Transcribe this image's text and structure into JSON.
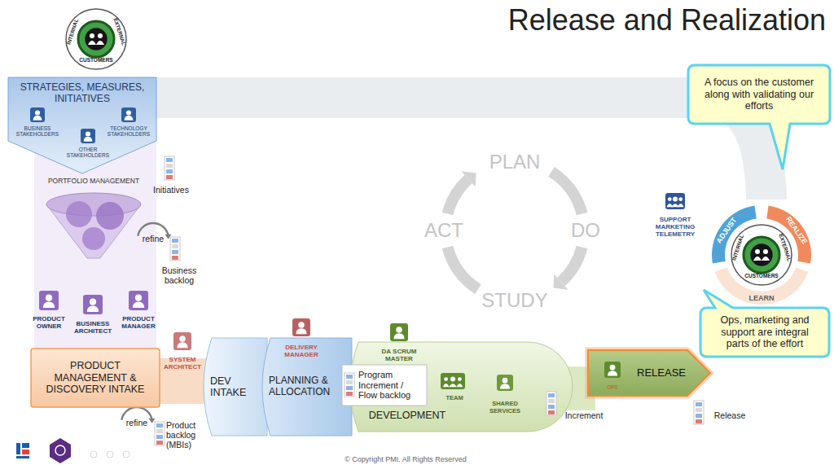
{
  "diagram": {
    "title": "Release and Realization",
    "nodes": [
      {
        "text": [
          "INTERNAL",
          "CUSTOMERS",
          "EXTERNAL"
        ]
      },
      {
        "text": [
          "STRATEGIES, MEASURES, INITIATIVES",
          "BUSINESS STAKEHOLDERS",
          "TECHNOLOGY STAKEHOLDERS",
          "OTHER STAKEHOLDERS"
        ]
      },
      {
        "text": [
          "PORTFOLIO MANAGEMENT"
        ]
      },
      {
        "text": [
          "PRODUCT MANAGEMENT & DISCOVERY INTAKE"
        ]
      },
      {
        "text": [
          "DEV INTAKE"
        ]
      },
      {
        "text": [
          "PLANNING & ALLOCATION"
        ]
      },
      {
        "text": [
          "DEVELOPMENT"
        ]
      },
      {
        "text": [
          "Program Increment / Flow backlog"
        ]
      },
      {
        "text": [
          "RELEASE",
          "OPS"
        ]
      },
      {
        "text": [
          "ADJUST",
          "REALIZE",
          "LEARN"
        ]
      },
      {
        "text": [
          "INTERNAL",
          "CUSTOMERS",
          "EXTERNAL"
        ],
        "in": 9
      },
      {
        "text": [
          "A focus on the customer along with validating our efforts"
        ]
      },
      {
        "text": [
          "Ops, marketing and support are integral parts of the effort"
        ]
      }
    ],
    "labels": [
      "Initiatives",
      "refine",
      "Business backlog",
      "PRODUCT OWNER",
      "BUSINESS ARCHITECT",
      "PRODUCT MANAGER",
      "SYSTEM ARCHITECT",
      "DELIVERY MANAGER",
      "DA SCRUM MASTER",
      "PLAN",
      "ACT",
      "DO",
      "STUDY",
      "SUPPORT MARKETING TELEMETRY",
      "TEAM",
      "SHARED SERVICES",
      "Increment",
      "Release",
      "refine",
      "Product backlog (MBIs)",
      "© Copyright PMI. All Rights Reserved"
    ]
  }
}
